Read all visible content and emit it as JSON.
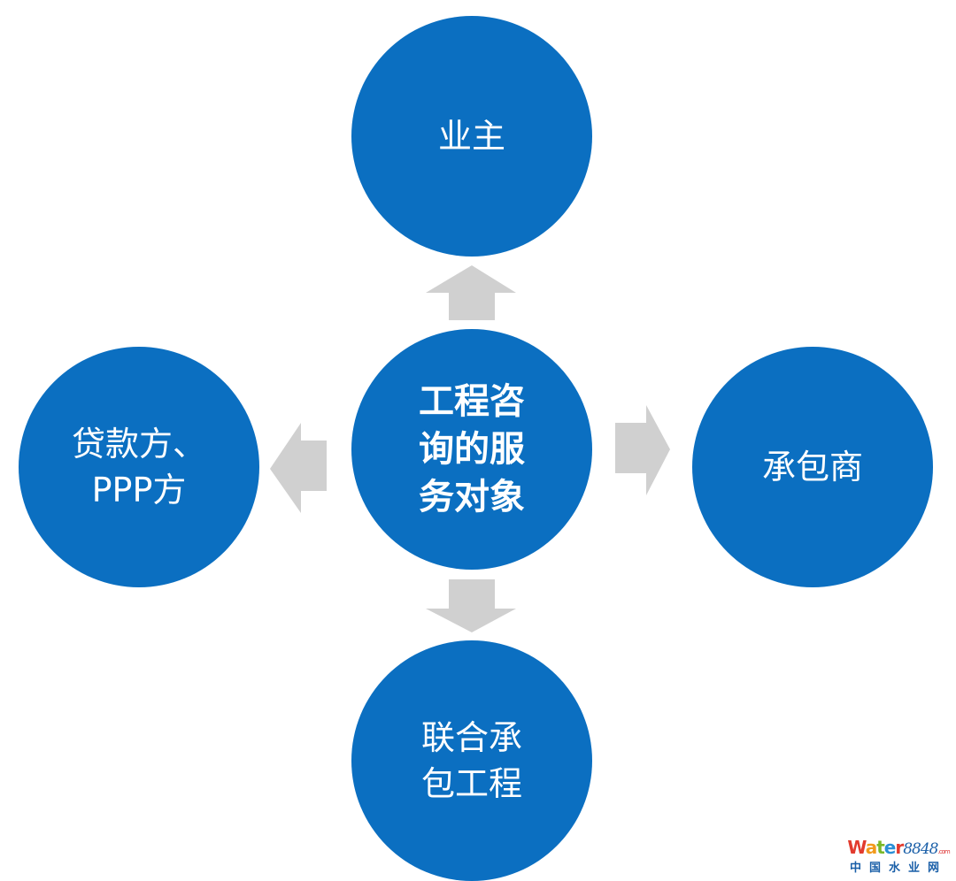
{
  "center": {
    "lines": [
      "工程咨",
      "询的服",
      "务对象"
    ]
  },
  "nodes": {
    "top": {
      "lines": [
        "业主"
      ]
    },
    "right": {
      "lines": [
        "承包商"
      ]
    },
    "bottom": {
      "lines": [
        "联合承",
        "包工程"
      ]
    },
    "left": {
      "lines": [
        "贷款方、",
        "PPP方"
      ]
    }
  },
  "watermark": {
    "brand_w": "W",
    "brand_a": "a",
    "brand_t": "t",
    "brand_e": "e",
    "brand_r": "r",
    "brand_num": "8848",
    "brand_tld": ".com",
    "subtitle": "中国水业网"
  },
  "colors": {
    "circle": "#0b6fc1",
    "arrow": "#d0d0d0"
  }
}
